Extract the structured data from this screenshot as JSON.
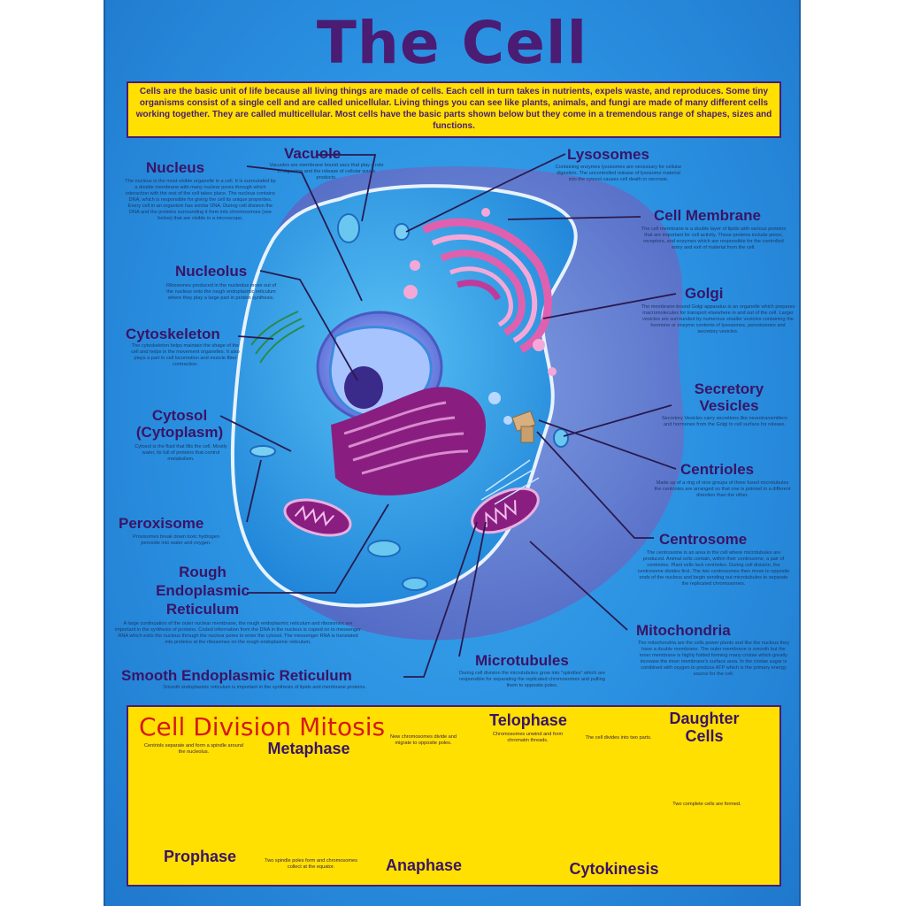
{
  "title": "The Cell",
  "intro": "Cells are the basic unit of life because all living things are made of cells. Each cell in turn takes in nutrients, expels waste, and reproduces. Some tiny organisms consist of a single cell and are called unicellular. Living things you can see like plants, animals, and fungi are made of many different cells working together. They are called multicellular. Most cells have the basic parts shown below but they come in a tremendous range of shapes, sizes and functions.",
  "labels": {
    "nucleus": "Nucleus",
    "vacuole": "Vacuole",
    "lysosomes": "Lysosomes",
    "cell_membrane": "Cell Membrane",
    "nucleolus": "Nucleolus",
    "golgi": "Golgi",
    "cytoskeleton": "Cytoskeleton",
    "secretory_vesicles": "Secretory Vesicles",
    "cytosol": "Cytosol (Cytoplasm)",
    "centrioles": "Centrioles",
    "peroxisome": "Peroxisome",
    "centrosome": "Centrosome",
    "rough_er": "Rough Endoplasmic Reticulum",
    "mitochondria": "Mitochondria",
    "microtubules": "Microtubules",
    "smooth_er": "Smooth Endoplasmic Reticulum"
  },
  "descriptions": {
    "nucleus": "The nucleus is the most visible organelle in a cell. It is surrounded by a double membrane with many nuclear pores through which interaction with the rest of the cell takes place. The nucleus contains DNA, which is responsible for giving the cell its unique properties. Every cell in an organism has similar DNA. During cell division the DNA and the proteins surrounding it form into chromosomes (see below) that are visible in a microscope.",
    "vacuole": "Vacuoles are membrane bound sacs that play a role in digestion and the release of cellular waste products.",
    "lysosomes": "Containing enzymes lysosomes are necessary for cellular digestion. The uncontrolled release of lysosome material into the cytosol causes cell death or necrosis.",
    "cell_membrane": "The cell membrane is a double layer of lipids with various proteins that are important for cell activity. These proteins include pores, receptors, and enzymes which are responsible for the controlled entry and exit of material from the cell.",
    "nucleolus": "Ribosomes produced in the nucleolus move out of the nucleus onto the rough endoplasmic reticulum where they play a large part in protein synthesis.",
    "golgi": "The membrane-bound Golgi apparatus is an organelle which prepares macromolecules for transport elsewhere in and out of the cell. Larger vesicles are surrounded by numerous smaller vesicles containing the hormone or enzyme contents of lysosomes, peroxisomes and secretory vesicles.",
    "cytoskeleton": "The cytoskeleton helps maintain the shape of the cell and helps in the movement organelles. It also plays a part in cell locomotion and muscle fiber contraction.",
    "secretory_vesicles": "Secretory Vesicles carry secretions like neurotransmitters and hormones from the Golgi to cell surface for release.",
    "cytosol": "Cytosol is the fluid that fills the cell. Mostly water, its full of proteins that control metabolism.",
    "centrioles": "Made up of a ring of nine groups of three fused microtubules the centrioles are arranged so that one is pointed in a different direction than the other.",
    "peroxisome": "Proxisomes break down toxic hydrogen peroxide into water and oxygen.",
    "centrosome": "The centrosome is an area in the cell where microtubules are produced. Animal cells contain, within their centrosome, a pair of centrioles. Plant cells lack centrioles. During cell division, the centrosome divides first. The two centrosomes then move to opposite ends of the nucleus and begin sending out microtubules to separate the replicated chromosomes.",
    "rough_er": "A large continuation of the outer nuclear membrane, the rough endoplasmic reticulum and ribosomes are important in the synthesis of proteins. Coded information from the DNA in the nucleus is copied on to messenger RNA which exits the nucleus through the nuclear pores to enter the cytosol. The messenger RNA is translated into proteins at the ribosomes on the rough endoplasmic reticulum.",
    "mitochondria": "The mitochondria are the cells power plants and like the nucleus they have a double membrane. The outer membrane is smooth but the inner membrane is highly folded forming many cristae which greatly increase the inner membrane's surface area. In the cristae sugar is combined with oxygen to produce ATP which is the primary energy source for the cell.",
    "microtubules": "During cell division the microtubules grow into \"spindles\" which are responsible for separating the replicated chromosomes and pulling them to opposite poles.",
    "smooth_er": "Smooth endoplasmic reticulum is important in the synthesis of lipids and membrane proteins."
  },
  "mitosis": {
    "title": "Cell Division Mitosis",
    "phases": {
      "prophase": "Prophase",
      "metaphase": "Metaphase",
      "anaphase": "Anaphase",
      "telophase": "Telophase",
      "cytokinesis": "Cytokinesis",
      "daughter_cells": "Daughter Cells"
    },
    "notes": {
      "prophase": "Centriols separate and form a spindle around the nucleolus.",
      "metaphase": "Two spindle poles form and chromosomes collect at the equator.",
      "anaphase": "New chromosomes divide and migrate to opposite poles.",
      "telophase": "Chromosomes unwind and form chromatin threads.",
      "cytokinesis": "The cell divides into two parts.",
      "daughter_cells": "Two complete cells are formed."
    }
  },
  "colors": {
    "background": "#2a8fe0",
    "title": "#4a1c74",
    "panel": "#ffe000",
    "mitosis_title": "#d81818",
    "cell_outer": "#6a7ed0",
    "cell_inner": "#2f9ae6",
    "er": "#8a1e80",
    "golgi": "#c03a9a"
  },
  "icons": [
    "animal-cell-illustration",
    "mitosis-cell-illustration"
  ]
}
